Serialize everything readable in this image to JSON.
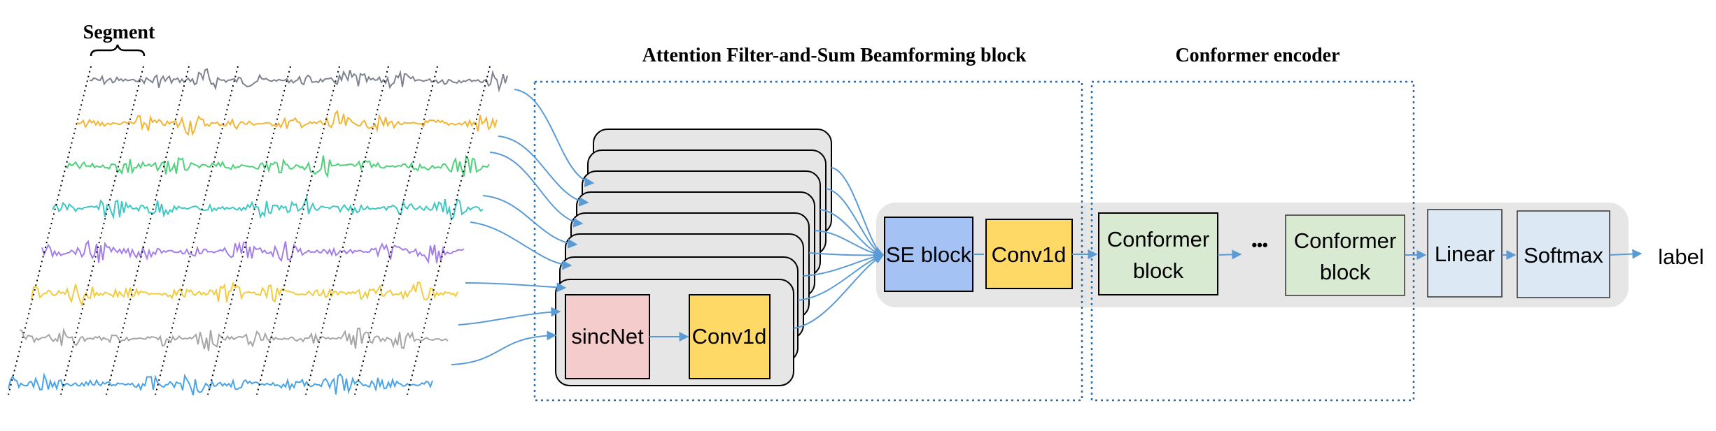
{
  "labels": {
    "segment": "Segment",
    "afsb_title": "Attention Filter-and-Sum Beamforming block",
    "conformer_title": "Conformer encoder",
    "sincnet": "sincNet",
    "conv1d_inner": "Conv1d",
    "se_block": "SE block",
    "conv1d_outer": "Conv1d",
    "conformer_block_1_line1": "Conformer",
    "conformer_block_1_line2": "block",
    "ellipsis": "•••",
    "conformer_block_2_line1": "Conformer",
    "conformer_block_2_line2": "block",
    "linear": "Linear",
    "softmax": "Softmax",
    "output": "label"
  },
  "colors": {
    "channels": [
      "#7f8290",
      "#f3b533",
      "#4fd07a",
      "#3ec8c3",
      "#a37ee8",
      "#f2cc3f",
      "#a6a6a6",
      "#4aa3e6"
    ],
    "sincnet_fill": "#f4cccc",
    "conv_fill": "#ffd966",
    "se_fill": "#a4c2f4",
    "conformer_fill": "#d9ead3",
    "linear_fill": "#dde8f5",
    "band_fill": "#e6e6e6",
    "arrow": "#5b9bd5",
    "dotted_border": "#2f6aa8"
  }
}
